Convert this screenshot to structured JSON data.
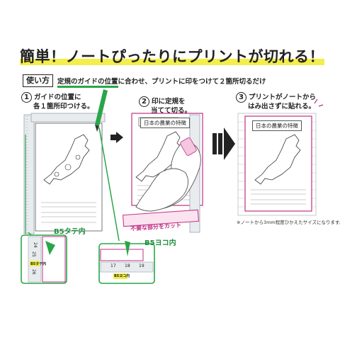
{
  "headline": {
    "main": "簡単！ノートぴったりにプリントが切れる！"
  },
  "usage": {
    "badge": "使い方",
    "desc_underlined": "定規のガイドの位置",
    "desc_rest": "に合わせ、プリントに印をつけて２箇所切るだけ"
  },
  "steps": [
    {
      "num": "1",
      "line1": "ガイドの位置に",
      "line2": "各１箇所印つける。"
    },
    {
      "num": "2",
      "line1": "印に定規を",
      "line2": "当てて切る。"
    },
    {
      "num": "3",
      "line1": "プリントがノートから",
      "line2": "はみ出さずに貼れる。"
    }
  ],
  "sheet_title": "日本の農業の特徴",
  "guides": {
    "tate": "B5タテ内",
    "yoko": "B5ヨコ内",
    "cut": "不要な部分をカット",
    "ruler_ticks_v": [
      "24",
      "25",
      "26"
    ],
    "ruler_ticks_h": [
      "17",
      "18",
      "19"
    ],
    "tab_text": "B5タテ内",
    "tab_text_h": "B5ヨコ内"
  },
  "note": "※ノートから3mm程度ひかえたサイズになります。",
  "colors": {
    "green": "#2aa64a",
    "magenta": "#c02f84",
    "highlight": "#f3ee4a",
    "ruler": "#e8ecef"
  }
}
